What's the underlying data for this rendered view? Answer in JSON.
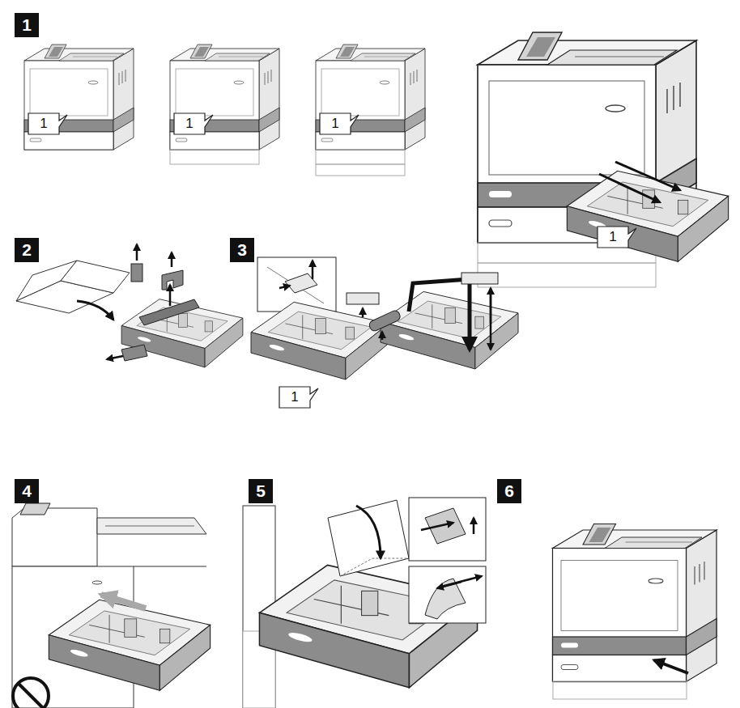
{
  "diagram": {
    "labels": [
      "1",
      "1",
      "1",
      "1",
      "1",
      "2",
      "3",
      "1",
      "4",
      "5",
      "6"
    ]
  }
}
